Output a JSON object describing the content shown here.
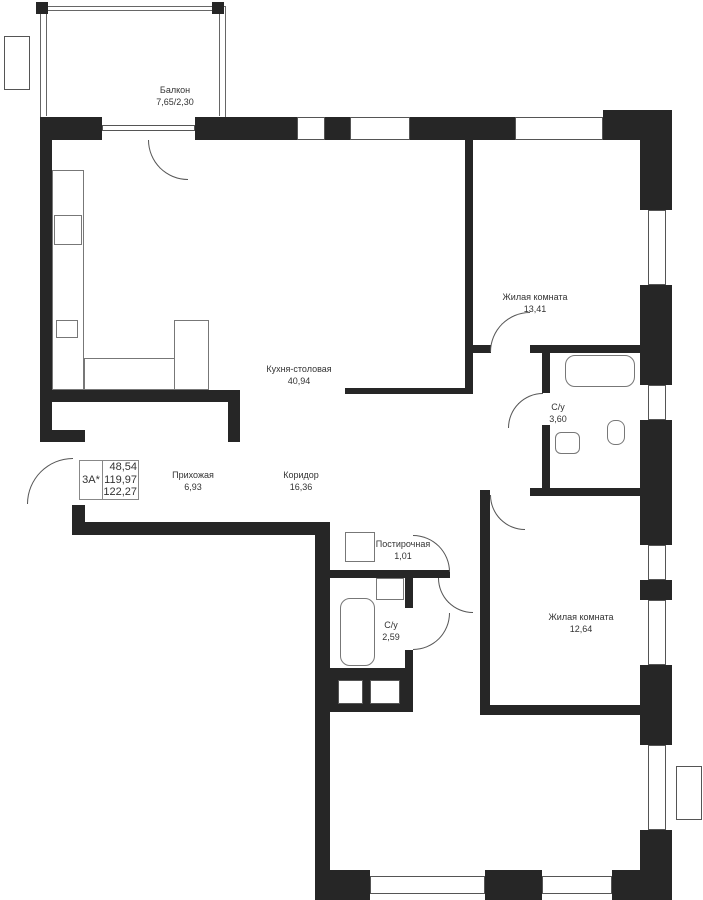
{
  "rooms": [
    {
      "name": "Балкон",
      "area": "7,65/2,30"
    },
    {
      "name": "Кухня-столовая",
      "area": "40,94"
    },
    {
      "name": "Жилая комната",
      "area": "13,41"
    },
    {
      "name": "С/у",
      "area": "3,60"
    },
    {
      "name": "Прихожая",
      "area": "6,93"
    },
    {
      "name": "Коридор",
      "area": "16,36"
    },
    {
      "name": "Постирочная",
      "area": "1,01"
    },
    {
      "name": "С/у",
      "area": "2,59"
    },
    {
      "name": "Жилая комната",
      "area": "12,64"
    }
  ],
  "apartment": {
    "type": "3А*",
    "living_area": "48,54",
    "total_area": "119,97",
    "total_with_balcony": "122,27"
  }
}
